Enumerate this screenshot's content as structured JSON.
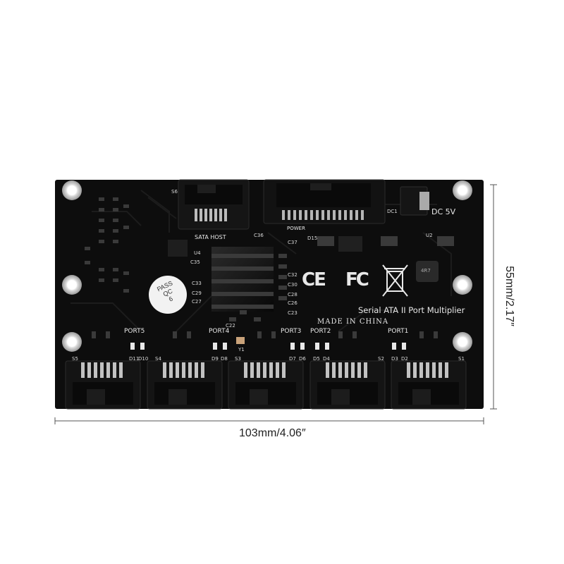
{
  "product": {
    "board_title": "Serial ATA II Port Multiplier",
    "made_in": "MADE IN CHINA",
    "sata_host_label": "SATA HOST",
    "power_label": "POWER",
    "dc_label": "DC 5V",
    "qc_sticker": [
      "PASS",
      "QC",
      "6"
    ],
    "cert_marks": [
      "CE",
      "FC"
    ],
    "ports": [
      "PORT5",
      "PORT4",
      "PORT3",
      "PORT2",
      "PORT1"
    ],
    "connectors": [
      "S5",
      "S4",
      "S3",
      "S2",
      "S1",
      "S6"
    ],
    "leds": [
      "D11",
      "D10",
      "D9",
      "D8",
      "D7",
      "D6",
      "D5",
      "D4",
      "D3",
      "D2"
    ],
    "misc_labels": [
      "U4",
      "Y1",
      "DC1",
      "D15",
      "4R7",
      "U2",
      "C35",
      "C36",
      "C33",
      "C29",
      "C27",
      "C22",
      "C37",
      "C32",
      "C30",
      "C28",
      "C26",
      "C23"
    ]
  },
  "dimensions": {
    "width": "103mm/4.06″",
    "height": "55mm/2.17″"
  },
  "colors": {
    "pcb": "#0d0d0d",
    "connector": "#121212",
    "hole_ring": "#cfcfcf",
    "silkscreen": "#e8e8e8"
  }
}
